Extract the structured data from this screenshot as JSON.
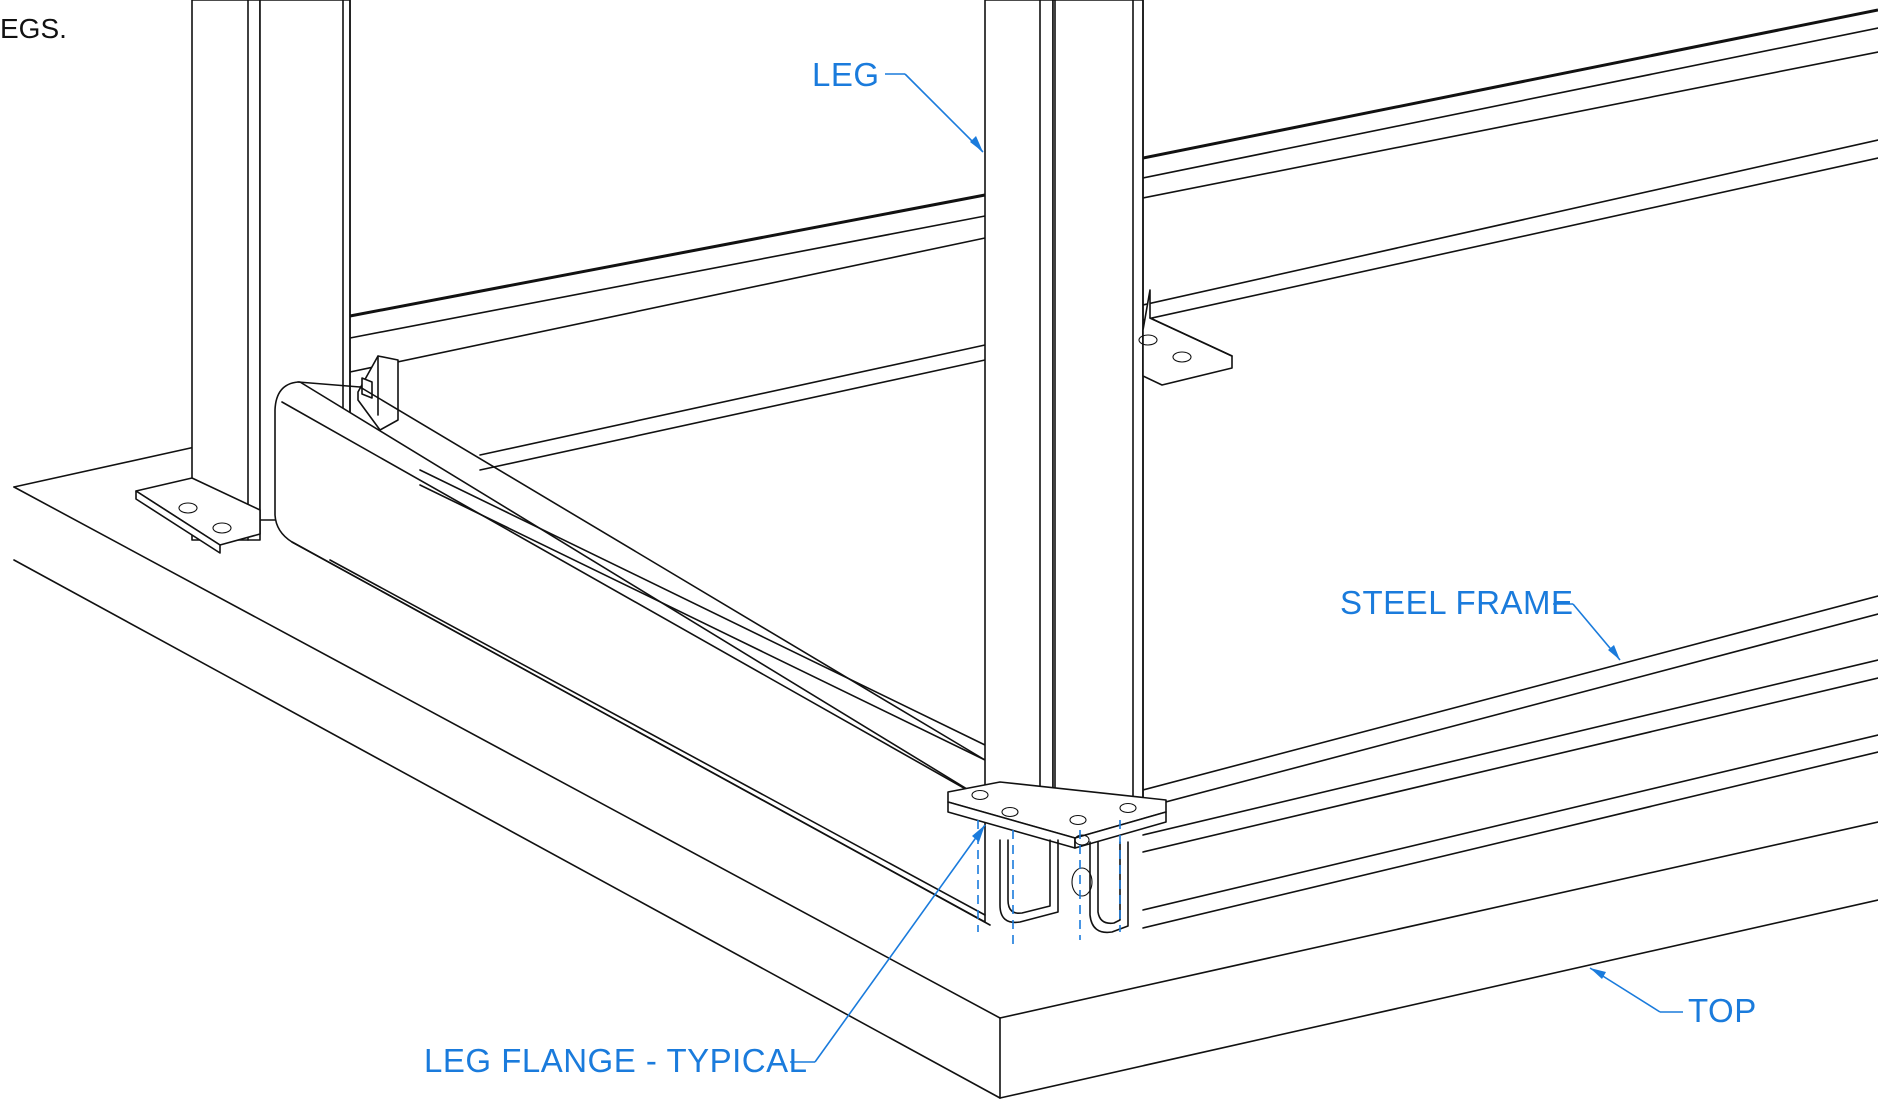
{
  "caption_fragment": "EGS.",
  "callouts": {
    "leg": "LEG",
    "steel_frame": "STEEL FRAME",
    "leg_flange": "LEG FLANGE - TYPICAL",
    "top": "TOP"
  },
  "colors": {
    "callout": "#1a7bdc",
    "linework": "#111111",
    "background": "#ffffff"
  }
}
